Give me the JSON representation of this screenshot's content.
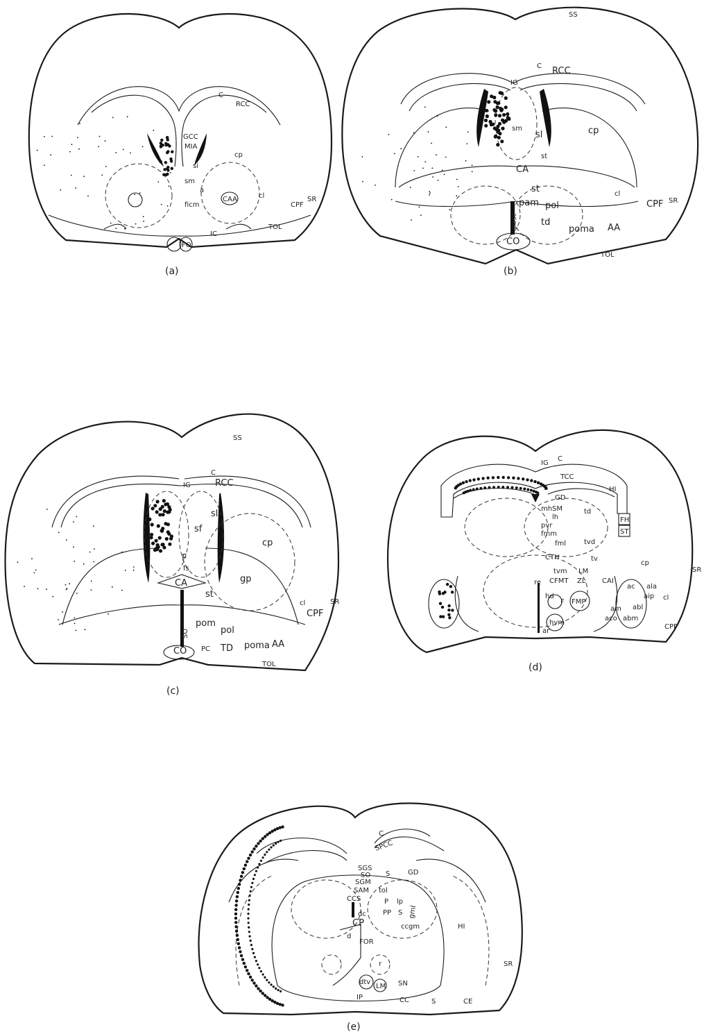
{
  "panels": [
    {
      "caption": "(a)",
      "labels": [
        "C",
        "RCC",
        "GCC",
        "cp",
        "MIA",
        "si",
        "sm",
        "a",
        "ficm",
        "CAA",
        "cl",
        "CPF",
        "SR",
        "TOL",
        "IC",
        "FO"
      ]
    },
    {
      "caption": "(b)",
      "labels": [
        "SS",
        "IG",
        "C",
        "RCC",
        "cp",
        "sm",
        "sl",
        "st",
        "CA",
        "st",
        "pam",
        "pol",
        "td",
        "poma",
        "AA",
        "cl",
        "CPF",
        "SR",
        "CO",
        "TOL",
        "posc"
      ]
    },
    {
      "caption": "(c)",
      "labels": [
        "SS",
        "IG",
        "C",
        "RCC",
        "sl",
        "sf",
        "cp",
        "F",
        "fs",
        "CA",
        "st",
        "gp",
        "cl",
        "SR",
        "CPF",
        "pom",
        "pol",
        "TD",
        "poma",
        "AA",
        "CO",
        "TOL",
        "SO",
        "PC"
      ]
    },
    {
      "caption": "(d)",
      "labels": [
        "IG",
        "C",
        "TCC",
        "S",
        "GD",
        "HI",
        "mh",
        "SM",
        "lh",
        "pvr",
        "fmm",
        "td",
        "fml",
        "tvd",
        "FH",
        "ST",
        "CTH",
        "tv",
        "tvm",
        "LM",
        "CFMT",
        "re",
        "ZL",
        "CAI",
        "cp",
        "hd",
        "F",
        "FMP",
        "ac",
        "ala",
        "aip",
        "cl",
        "am",
        "abl",
        "hvm",
        "ar",
        "aco",
        "abm",
        "SR",
        "CPF"
      ]
    },
    {
      "caption": "(e)",
      "labels": [
        "C",
        "SPCC",
        "SGS",
        "SO",
        "S",
        "GD",
        "SGM",
        "SAM",
        "CCS",
        "tol",
        "P",
        "lp",
        "PP",
        "S",
        "gml",
        "HI",
        "ccgm",
        "dc",
        "CP",
        "d",
        "FOR",
        "r",
        "dtv",
        "LM",
        "SN",
        "IP",
        "CC",
        "S",
        "CE",
        "SR"
      ]
    }
  ]
}
